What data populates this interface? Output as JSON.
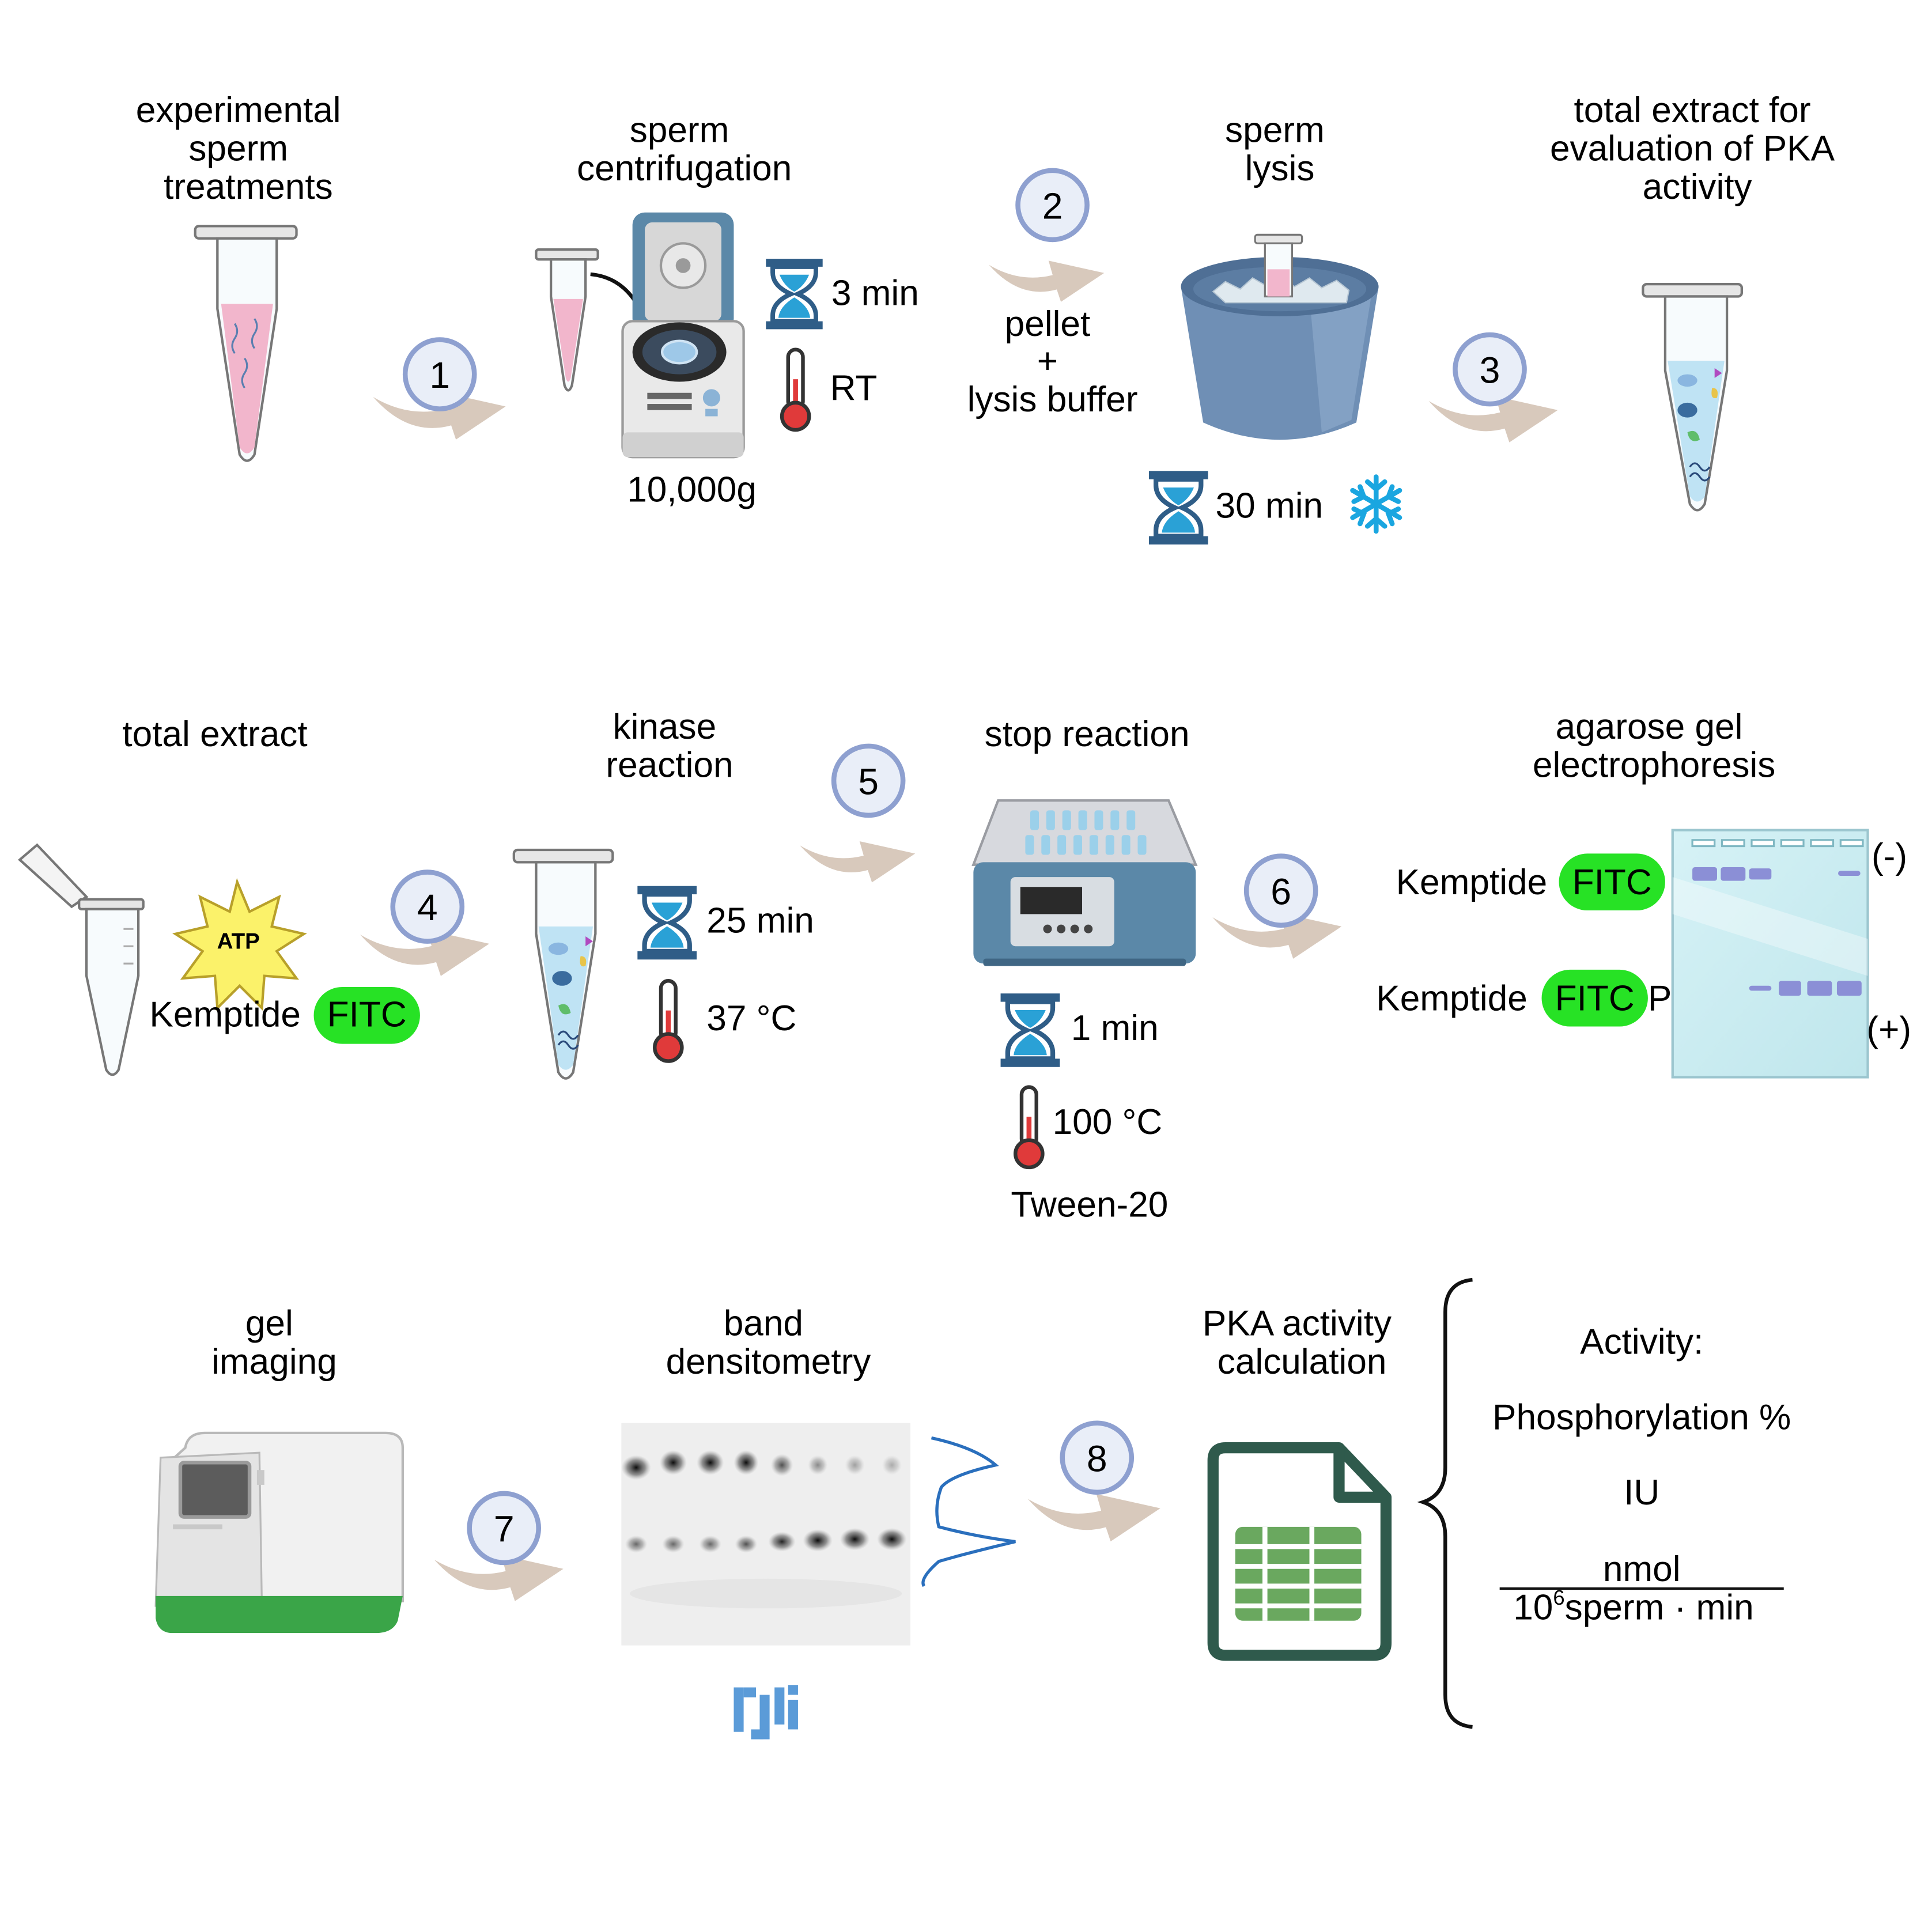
{
  "row1": {
    "treatments_title": [
      "experimental",
      "sperm",
      "treatments"
    ],
    "centrifugation_title": [
      "sperm",
      "centrifugation"
    ],
    "centrifugation_time": "3 min",
    "centrifugation_temp": "RT",
    "centrifugation_speed": "10,000g",
    "step2_note": [
      "pellet",
      "+",
      "lysis buffer"
    ],
    "lysis_title": [
      "sperm",
      "lysis"
    ],
    "lysis_time": "30 min",
    "extract_title": [
      "total extract for",
      "evaluation of PKA",
      "activity"
    ]
  },
  "row2": {
    "total_extract_title": "total extract",
    "atp_label": "ATP",
    "kemptide_label": "Kemptide",
    "fitc_label": "FITC",
    "kinase_title": [
      "kinase",
      "reaction"
    ],
    "kinase_time": "25 min",
    "kinase_temp": "37 °C",
    "stop_title": "stop reaction",
    "stop_time": "1 min",
    "stop_temp": "100 °C",
    "stop_reagent": "Tween-20",
    "gel_title": [
      "agarose gel",
      "electrophoresis"
    ],
    "gel_upper_label": "Kemptide",
    "gel_upper_tag": "FITC",
    "gel_lower_label": "Kemptide",
    "gel_lower_tag": "FITC",
    "gel_lower_suffix": "P",
    "neg_pole": "(-)",
    "pos_pole": "(+)"
  },
  "row3": {
    "imaging_title": [
      "gel",
      "imaging"
    ],
    "densitometry_title": [
      "band",
      "densitometry"
    ],
    "calc_title": [
      "PKA activity",
      "calculation"
    ],
    "activity_label": "Activity:",
    "phos_label": "Phosphorylation %",
    "iu_label": "IU",
    "numerator": "nmol",
    "denominator_base": "10",
    "denominator_exp": "6",
    "denominator_rest": "sperm · min"
  },
  "steps": [
    "1",
    "2",
    "3",
    "4",
    "5",
    "6",
    "7",
    "8"
  ],
  "colors": {
    "step_fill": "#e9eef8",
    "step_stroke": "#8ea0d0",
    "arrow": "#d8c9bc",
    "fitc_green": "#27e225",
    "hourglass": "#2f5d87",
    "sand": "#2aa1d6",
    "thermo_red": "#e03a3a",
    "snowflake": "#1aa6e0",
    "tube_pink": "#f2b6cc",
    "tube_blue": "#bfe3f4",
    "gel": "#cfeef3",
    "band": "#8b8fd6",
    "spreadsheet": "#6aa85f"
  }
}
